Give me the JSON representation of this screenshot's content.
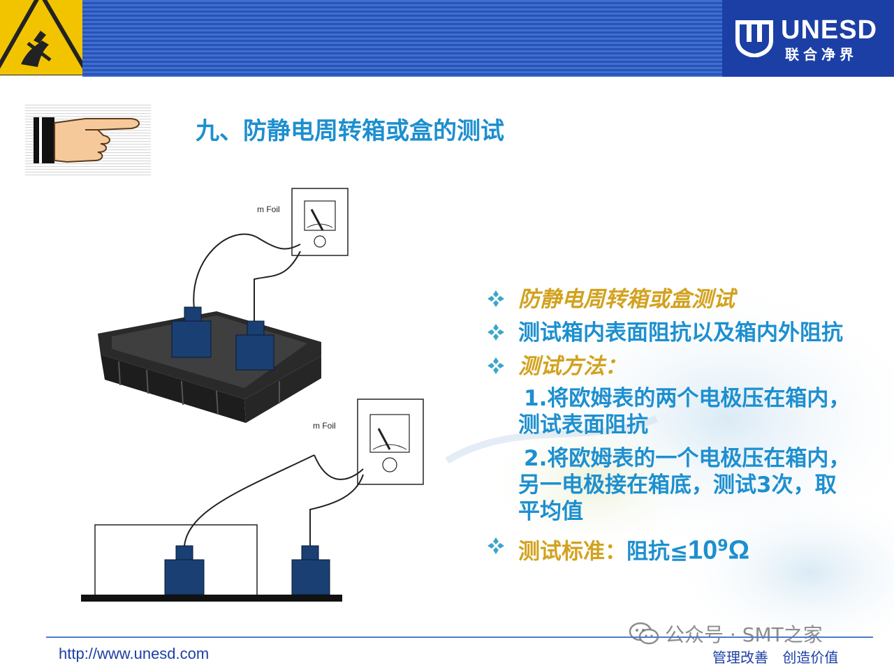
{
  "header": {
    "logo_text": "UNESD",
    "logo_subtitle": "联合净界"
  },
  "title": "九、防静电周转箱或盒的测试",
  "diagram": {
    "top_foil_label": "m Foil",
    "bottom_foil_label": "m Foil"
  },
  "bullets": [
    {
      "text": "防静电周转箱或盒测试",
      "style": "gold"
    },
    {
      "text": "测试箱内表面阻抗以及箱内外阻抗",
      "style": "blue"
    },
    {
      "text": "测试方法：",
      "style": "gold"
    }
  ],
  "methods": [
    "1.将欧姆表的两个电极压在箱内，测试表面阻抗",
    "2.将欧姆表的一个电极压在箱内，另一电极接在箱底，测试3次，取平均值"
  ],
  "standard": {
    "label": "测试标准：",
    "value_prefix": "阻抗≦",
    "base": "10",
    "exponent": "9",
    "unit": "Ω"
  },
  "footer": {
    "url": "http://www.unesd.com",
    "motto": "管理改善 创造价值",
    "watermark": "公众号 · SMT之家"
  },
  "colors": {
    "title_blue": "#1d8fcf",
    "gold": "#d2a21f",
    "header_blue": "#1c3fa6"
  }
}
